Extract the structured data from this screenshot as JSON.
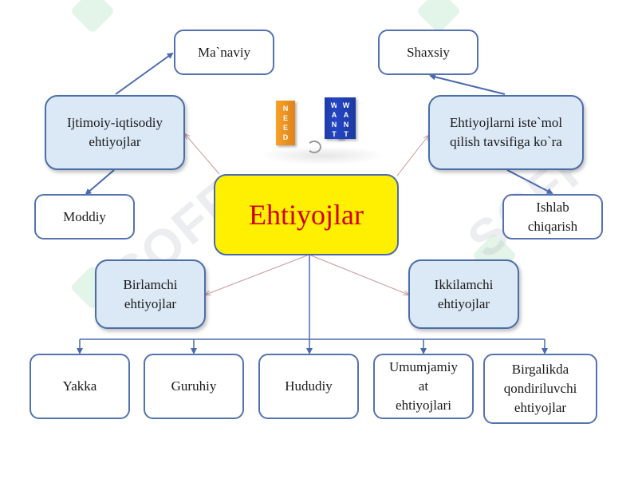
{
  "diagram": {
    "center": "Ehtiyojlar",
    "nodes": {
      "manaviy": "Ma`naviy",
      "shaxsiy": "Shaxsiy",
      "ijtimoiy": "Ijtimoiy-iqtisodiy\nehtiyojlar",
      "istemol": "Ehtiyojlarni iste`mol\nqilish tavsifiga ko`ra",
      "moddiy": "Moddiy",
      "ishlab": "Ishlab\nchiqarish",
      "birlamchi": "Birlamchi\nehtiyojlar",
      "ikkilamchi": "Ikkilamchi\nehtiyojlar",
      "yakka": "Yakka",
      "guruhiy": "Guruhiy",
      "hududiy": "Hududiy",
      "umumjamiyat": "Umumjamiy\nat\nehtiyojlari",
      "birgalikda": "Birgalikda\nqondiriluvchi\nehtiyojlar"
    },
    "picture": {
      "cube_left": "N\nE\nE\nD",
      "cube_right_a": "W\nA\nN\nT",
      "cube_right_b": "W\nA\nN\nT"
    }
  },
  "watermark": "SOFF",
  "colors": {
    "center_fill": "#ffef00",
    "center_text": "#d10000",
    "category_fill": "#dbe8f5",
    "border": "#5472b0",
    "connector_arrow": "#4a6ab0",
    "connector_line": "#c99a9a"
  }
}
